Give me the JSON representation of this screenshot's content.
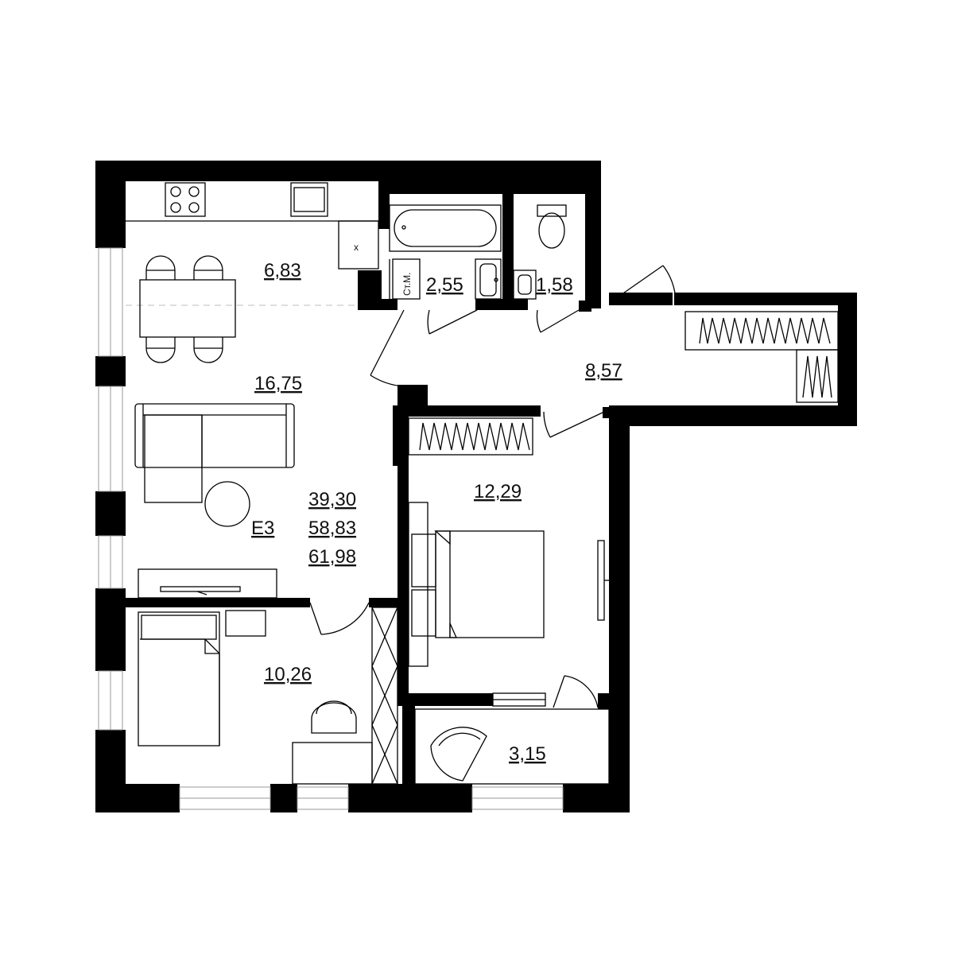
{
  "rooms": {
    "kitchen": "6,83",
    "bath": "2,55",
    "wc": "1,58",
    "hall": "8,57",
    "living": "16,75",
    "bedroom": "12,29",
    "children": "10,26",
    "balcony": "3,15"
  },
  "summary": {
    "living_area": "39,30",
    "total_area": "58,83",
    "total_with_balcony": "61,98",
    "unit": "Е3"
  },
  "fixtures": {
    "washing_machine": "Ст.М.",
    "hood_mark": "x"
  }
}
